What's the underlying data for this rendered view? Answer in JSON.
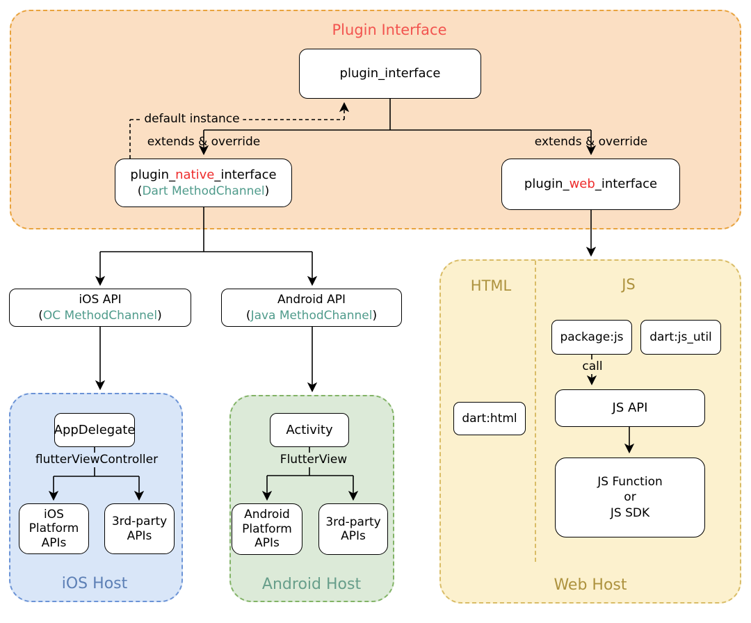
{
  "colors": {
    "plugin_zone_fill": "#FBDFC3",
    "plugin_zone_border": "#E8A33D",
    "plugin_title_red": "#F2544F",
    "keyword_red": "#EE2C2C",
    "method_channel_teal": "#4F9B8B",
    "ios_zone_fill": "#D9E6F8",
    "ios_zone_border": "#6B93D6",
    "ios_title": "#5C7FB5",
    "android_zone_fill": "#DCEAD8",
    "android_zone_border": "#82B366",
    "android_title": "#679E8A",
    "web_zone_fill": "#FCF1CE",
    "web_zone_border": "#D9BC66",
    "web_title": "#AD923E",
    "node_fill": "#FFFFFF",
    "node_border": "#000000"
  },
  "plugin_group": {
    "title": "Plugin Interface",
    "interface_node": "plugin_interface",
    "native_node": {
      "pre": "plugin_",
      "keyword": "native",
      "post": "_interface",
      "paren_open": "(",
      "channel": "Dart MethodChannel",
      "paren_close": ")"
    },
    "web_node": {
      "pre": "plugin_",
      "keyword": "web",
      "post": "_interface"
    },
    "labels": {
      "default_instance": "default instance",
      "extends_override_left": "extends & override",
      "extends_override_right": "extends & override"
    }
  },
  "api_nodes": {
    "ios": {
      "title": "iOS API",
      "paren_open": "(",
      "channel": "OC MethodChannel",
      "paren_close": ")"
    },
    "android": {
      "title": "Android API",
      "paren_open": "(",
      "channel": "Java MethodChannel",
      "paren_close": ")"
    }
  },
  "ios_host": {
    "title": "iOS Host",
    "app_delegate": "AppDelegate",
    "edge_label": "flutterViewController",
    "platform_box": {
      "l1": "iOS",
      "l2": "Platform",
      "l3": "APIs"
    },
    "third_party_box": {
      "l1": "3rd-party",
      "l2": "APIs"
    }
  },
  "android_host": {
    "title": "Android Host",
    "activity": "Activity",
    "edge_label": "FlutterView",
    "platform_box": {
      "l1": "Android",
      "l2": "Platform",
      "l3": "APIs"
    },
    "third_party_box": {
      "l1": "3rd-party",
      "l2": "APIs"
    }
  },
  "web_host": {
    "title": "Web Host",
    "html_section": "HTML",
    "js_section": "JS",
    "package_js": "package:js",
    "dart_js_util": "dart:js_util",
    "call_label": "call",
    "js_api": "JS API",
    "dart_html": "dart:html",
    "js_function": {
      "l1": "JS Function",
      "l2": "or",
      "l3": "JS SDK"
    }
  }
}
